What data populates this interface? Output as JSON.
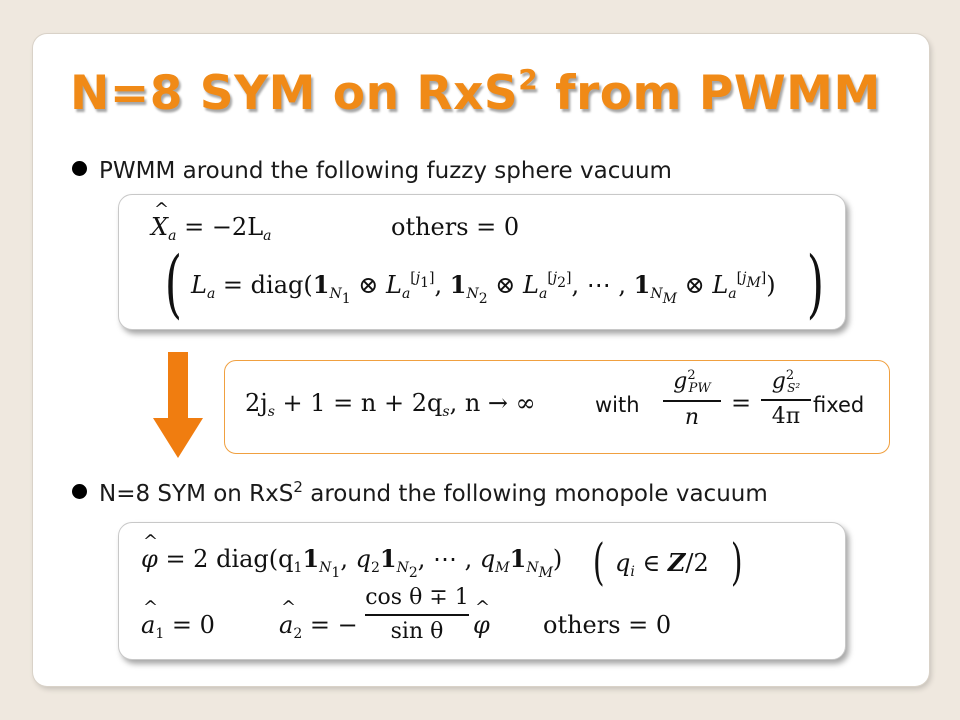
{
  "title": {
    "main": "N=8 SYM on RxS",
    "sup": "2",
    "tail": " from PWMM"
  },
  "bullets": [
    {
      "text": "PWMM around the following fuzzy sphere vacuum"
    },
    {
      "pre": "N=8 SYM on RxS",
      "sup": "2",
      "post": " around the following monopole vacuum"
    }
  ],
  "eq1": {
    "line1_lhs": "X",
    "line1_rhs": " = −2L",
    "line1_others": "others = 0",
    "line2": "L",
    "line2_diag": " = diag(",
    "terms": [
      "1",
      "N",
      "1",
      "⊗ L",
      "a",
      "[j",
      "1",
      "]"
    ]
  },
  "relation": {
    "lhs": "2j",
    "s": "s",
    "mid": " + 1 = n + 2q",
    "limit": ",     n → ∞",
    "with": "with",
    "fixed": "fixed",
    "frac1_num": "g",
    "frac1_sub": "PW",
    "frac1_sup": "2",
    "frac1_den": "n",
    "equals": "=",
    "frac2_num": "g",
    "frac2_sub": "S²",
    "frac2_sup": "2",
    "frac2_den": "4π"
  },
  "eq2": {
    "phi": "φ",
    "phi_rhs": " = 2 diag(q",
    "q_cond": "q",
    "q_cond_rhs": " ∈ ",
    "Z": "Z",
    "slash2": "/2",
    "a1": "a",
    "a1_rhs": " = 0",
    "a2": "a",
    "a2_eq": " = −",
    "a2_num": "cos θ ∓ 1",
    "a2_den": "sin θ",
    "others": "others = 0"
  },
  "colors": {
    "title": "#f08a17",
    "arrow": "#f07d10",
    "relation_border": "#f0a040"
  }
}
